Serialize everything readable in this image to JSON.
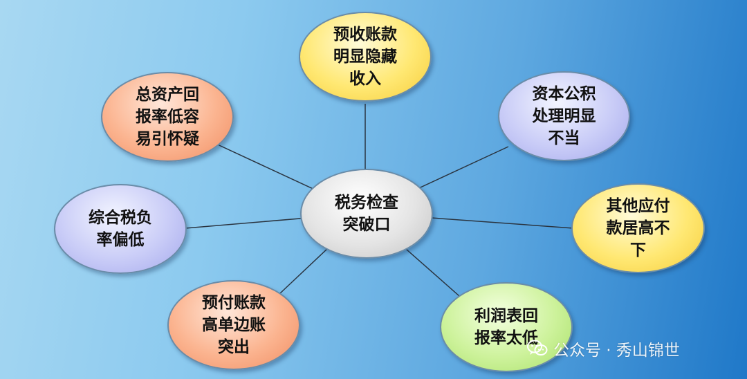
{
  "center": {
    "label": "税务检查\n突破口"
  },
  "nodes": [
    {
      "id": "top",
      "label": "预收账款\n明显隐藏\n收入",
      "color": "yellow"
    },
    {
      "id": "upper-right",
      "label": "资本公积\n处理明显\n不当",
      "color": "blue"
    },
    {
      "id": "right",
      "label": "其他应付\n款居高不\n下",
      "color": "yellow"
    },
    {
      "id": "lower-right",
      "label": "利润表回\n报率太低",
      "color": "green"
    },
    {
      "id": "lower-left",
      "label": "预付账款\n高单边账\n突出",
      "color": "orange"
    },
    {
      "id": "left",
      "label": "综合税负\n率偏低",
      "color": "blue"
    },
    {
      "id": "upper-left",
      "label": "总资产回\n报率低容\n易引怀疑",
      "color": "orange"
    }
  ],
  "watermark": {
    "text": "公众号 · 秀山锦世",
    "icon": "wechat-icon"
  }
}
